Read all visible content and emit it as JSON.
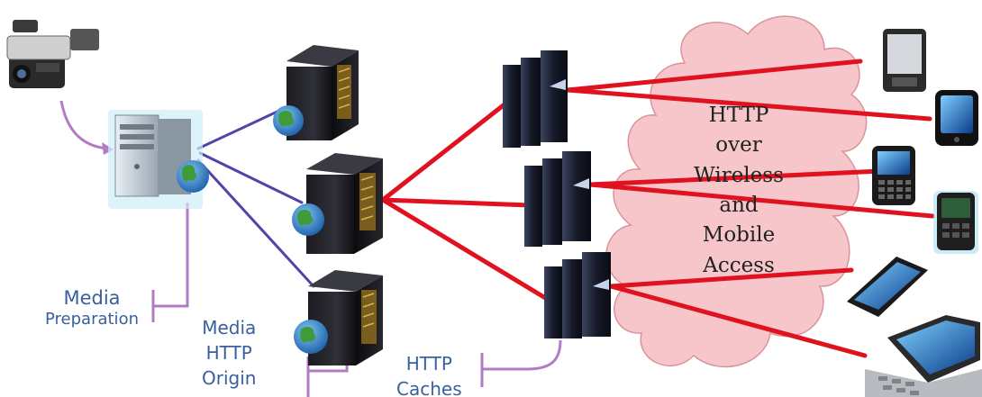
{
  "labels": {
    "media_preparation": [
      "Media",
      "Preparation"
    ],
    "media_http_origin": [
      "Media",
      "HTTP",
      "Origin"
    ],
    "http_caches": [
      "HTTP",
      "Caches"
    ]
  },
  "cloud": {
    "lines": [
      "HTTP",
      "over",
      "Wireless",
      "and",
      "Mobile",
      "Access"
    ]
  },
  "colors": {
    "label_text": "#3a5f9f",
    "bracket": "#b07cc6",
    "origin_links": "#5044a8",
    "cache_links": "#e0121f",
    "cloud_fill": "#f6c4c8",
    "cloud_stroke": "#d88f96"
  },
  "icons": {
    "source": "video-camera-icon",
    "encoder": "workstation-globe-icon",
    "origin": "server-rack-globe-icon",
    "cache": "server-cluster-icon",
    "clients": [
      "pda-phone-icon",
      "smartphone-icon",
      "blackberry-icon",
      "feature-phone-icon",
      "tablet-phone-icon",
      "laptop-icon"
    ]
  }
}
